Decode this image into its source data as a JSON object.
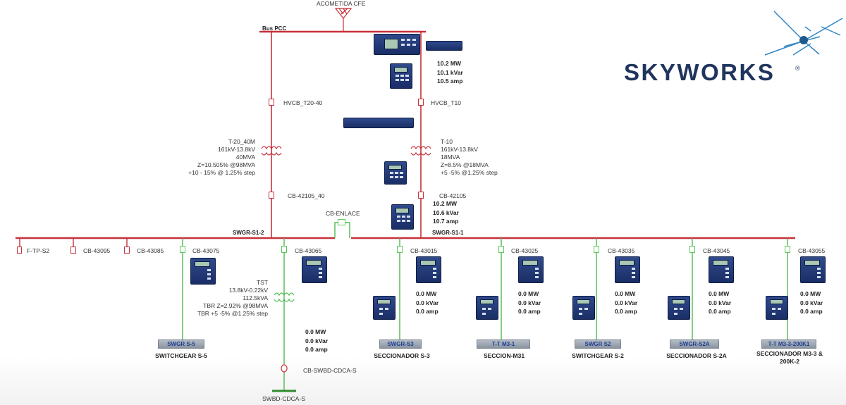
{
  "diagram": {
    "utility": "ACOMETIDA CFE",
    "bus_pcc": "Bus PCC",
    "bus_left": "SWGR-S1-2",
    "bus_right": "SWGR-S1-1",
    "tie_breaker": "CB-ENLACE",
    "left_branch": {
      "hv_breaker": "HVCB_T20-40",
      "transformer": [
        "T-20_40M",
        "161kV-13.8kV",
        "40MVA",
        "Z=10.505% @98MVA",
        "+10 - 15% @ 1.25% step"
      ],
      "lv_breaker": "CB-42105_40"
    },
    "right_branch": {
      "hv_breaker": "HVCB_T10",
      "meter_top": [
        "10.2 MW",
        "10.1 kVar",
        "10.5 amp"
      ],
      "transformer": [
        "T-10",
        "161kV-13.8kV",
        "18MVA",
        "Z=8.5% @18MVA",
        "+5 -5% @1.25% step"
      ],
      "lv_breaker": "CB-42105",
      "meter_bottom": [
        "10.2 MW",
        "10.6 kVar",
        "10.7 amp"
      ]
    },
    "left_feeders": [
      "F-TP-S2",
      "CB-43095",
      "CB-43085",
      "CB-43075",
      "CB-43065"
    ],
    "feeder_s5": {
      "tag": "SWGR S-5",
      "name": "SWITCHGEAR S-5"
    },
    "tst": {
      "lines": [
        "TST",
        "13.8kV-0.22kV",
        "112.5kVA",
        "TBR Z=2.92% @98MVA",
        "TBR +5 -5% @1.25% step"
      ],
      "meter": [
        "0.0 MW",
        "0.0 kVar",
        "0.0 amp"
      ],
      "breaker": "CB-SWBD-CDCA-S",
      "bus": "SWBD-CDCA-S"
    },
    "right_feeders": [
      {
        "breaker": "CB-43015",
        "meter": [
          "0.0 MW",
          "0.0 kVar",
          "0.0 amp"
        ],
        "tag": "SWGR-S3",
        "name": "SECCIONADOR S-3"
      },
      {
        "breaker": "CB-43025",
        "meter": [
          "0.0 MW",
          "0.0 kVar",
          "0.0 amp"
        ],
        "tag": "T-T M3-1",
        "name": "SECCION-M31"
      },
      {
        "breaker": "CB-43035",
        "meter": [
          "0.0 MW",
          "0.0 kVar",
          "0.0 amp"
        ],
        "tag": "SWGR S2",
        "name": "SWITCHGEAR S-2"
      },
      {
        "breaker": "CB-43045",
        "meter": [
          "0.0 MW",
          "0.0 kVar",
          "0.0 amp"
        ],
        "tag": "SWGR-S2A",
        "name": "SECCIONADOR S-2A"
      },
      {
        "breaker": "CB-43055",
        "meter": [
          "0.0 MW",
          "0.0 kVar",
          "0.0 amp"
        ],
        "tag": "T-T M3-3-200K1",
        "name": [
          "SECCIONADOR M3-3 &",
          "200K-2"
        ]
      }
    ]
  },
  "logo": {
    "text": "SKYWORKS",
    "mark": "®"
  },
  "colors": {
    "energized": "#c8303a",
    "feeder": "#4fba4f",
    "bus_green": "#2e8b2e",
    "logo": "#20355e"
  }
}
